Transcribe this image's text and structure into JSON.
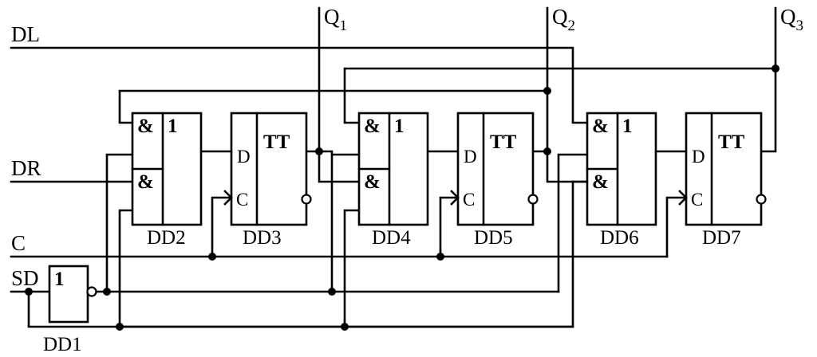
{
  "inputs": {
    "dl": "DL",
    "dr": "DR",
    "c": "C",
    "sd": "SD"
  },
  "outputs": {
    "q1": {
      "main": "Q",
      "sub": "1"
    },
    "q2": {
      "main": "Q",
      "sub": "2"
    },
    "q3": {
      "main": "Q",
      "sub": "3"
    }
  },
  "inverter": {
    "label": "DD1",
    "symbol": "1"
  },
  "logic_blocks": [
    {
      "label": "DD2",
      "and": "&",
      "or": "1"
    },
    {
      "label": "DD4",
      "and": "&",
      "or": "1"
    },
    {
      "label": "DD6",
      "and": "&",
      "or": "1"
    }
  ],
  "flip_flops": [
    {
      "label": "DD3",
      "type": "TT",
      "d": "D",
      "c": "C"
    },
    {
      "label": "DD5",
      "type": "TT",
      "d": "D",
      "c": "C"
    },
    {
      "label": "DD7",
      "type": "TT",
      "d": "D",
      "c": "C"
    }
  ]
}
